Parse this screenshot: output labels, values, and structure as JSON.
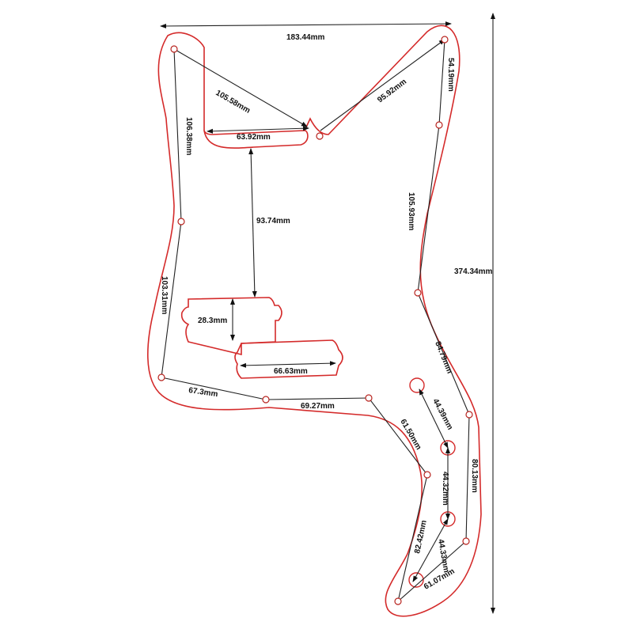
{
  "dimensions": {
    "overall_width": "183.44mm",
    "overall_height": "374.34mm",
    "top_left_diag": "105.58mm",
    "top_right_diag": "95.92mm",
    "top_right_vert": "54.19mm",
    "notch_width": "63.92mm",
    "left_upper": "106.38mm",
    "notch_to_pickup": "93.74mm",
    "right_upper": "105.93mm",
    "left_lower": "103.31mm",
    "pickup_height": "28.3mm",
    "pickup_width": "66.63mm",
    "bottom_left": "67.3mm",
    "bottom_mid": "69.27mm",
    "horn_diag": "61.50mm",
    "right_lower_diag": "84.79mm",
    "knob_1_2": "44.39mm",
    "knob_2_3": "44.32mm",
    "right_lower_vert": "80.13mm",
    "horn_lower": "82.42mm",
    "knob_3_jack": "44.33mm",
    "bottom_tip": "61.07mm"
  },
  "colors": {
    "outline": "#d42a2a",
    "dimension_line": "#222222"
  }
}
